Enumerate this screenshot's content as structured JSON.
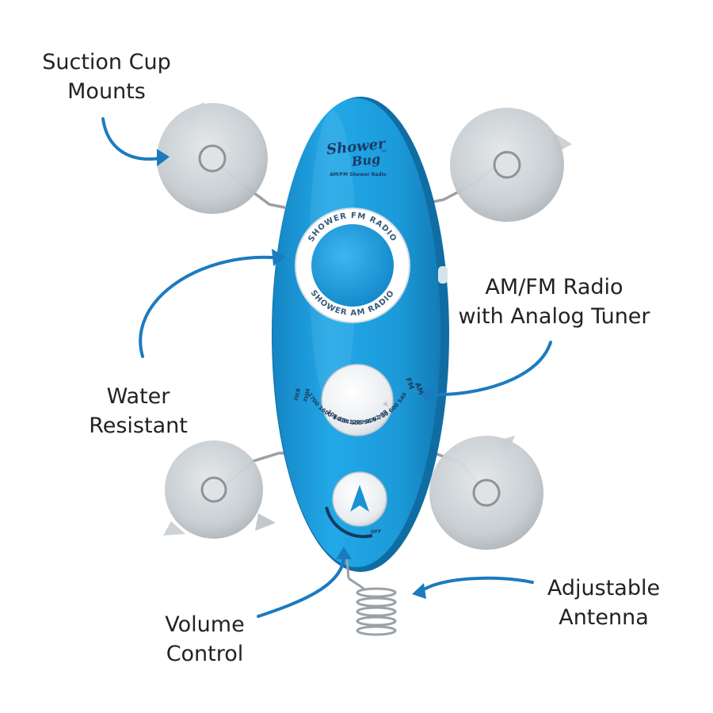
{
  "product": {
    "brand_line1": "Shower",
    "brand_line2": "Bug",
    "trademark": "™",
    "subtitle": "AM/FM Shower Radio",
    "speaker_ring_top": "SHOWER FM RADIO",
    "speaker_ring_bottom": "SHOWER AM RADIO",
    "dial_fm_label": "FM",
    "dial_am_label": "AM",
    "dial_mhz_label": "MHz",
    "dial_khz_label": "KHz",
    "fm_scale": [
      "108",
      "104",
      "100",
      "96",
      "92",
      "88"
    ],
    "am_scale": [
      "1700",
      "1600",
      "1400",
      "1200",
      "900",
      "700",
      "600",
      "540"
    ],
    "volume_off_label": "OFF"
  },
  "callouts": {
    "suction": [
      "Suction Cup",
      "Mounts"
    ],
    "radio": [
      "AM/FM Radio",
      "with Analog Tuner"
    ],
    "water": [
      "Water",
      "Resistant"
    ],
    "volume": [
      "Volume",
      "Control"
    ],
    "antenna": [
      "Adjustable",
      "Antenna"
    ]
  },
  "colors": {
    "body": "#1a9fe0",
    "arrow": "#1b7bbf",
    "knob": "#eef1f4",
    "suction_cup": "#c4cace"
  }
}
